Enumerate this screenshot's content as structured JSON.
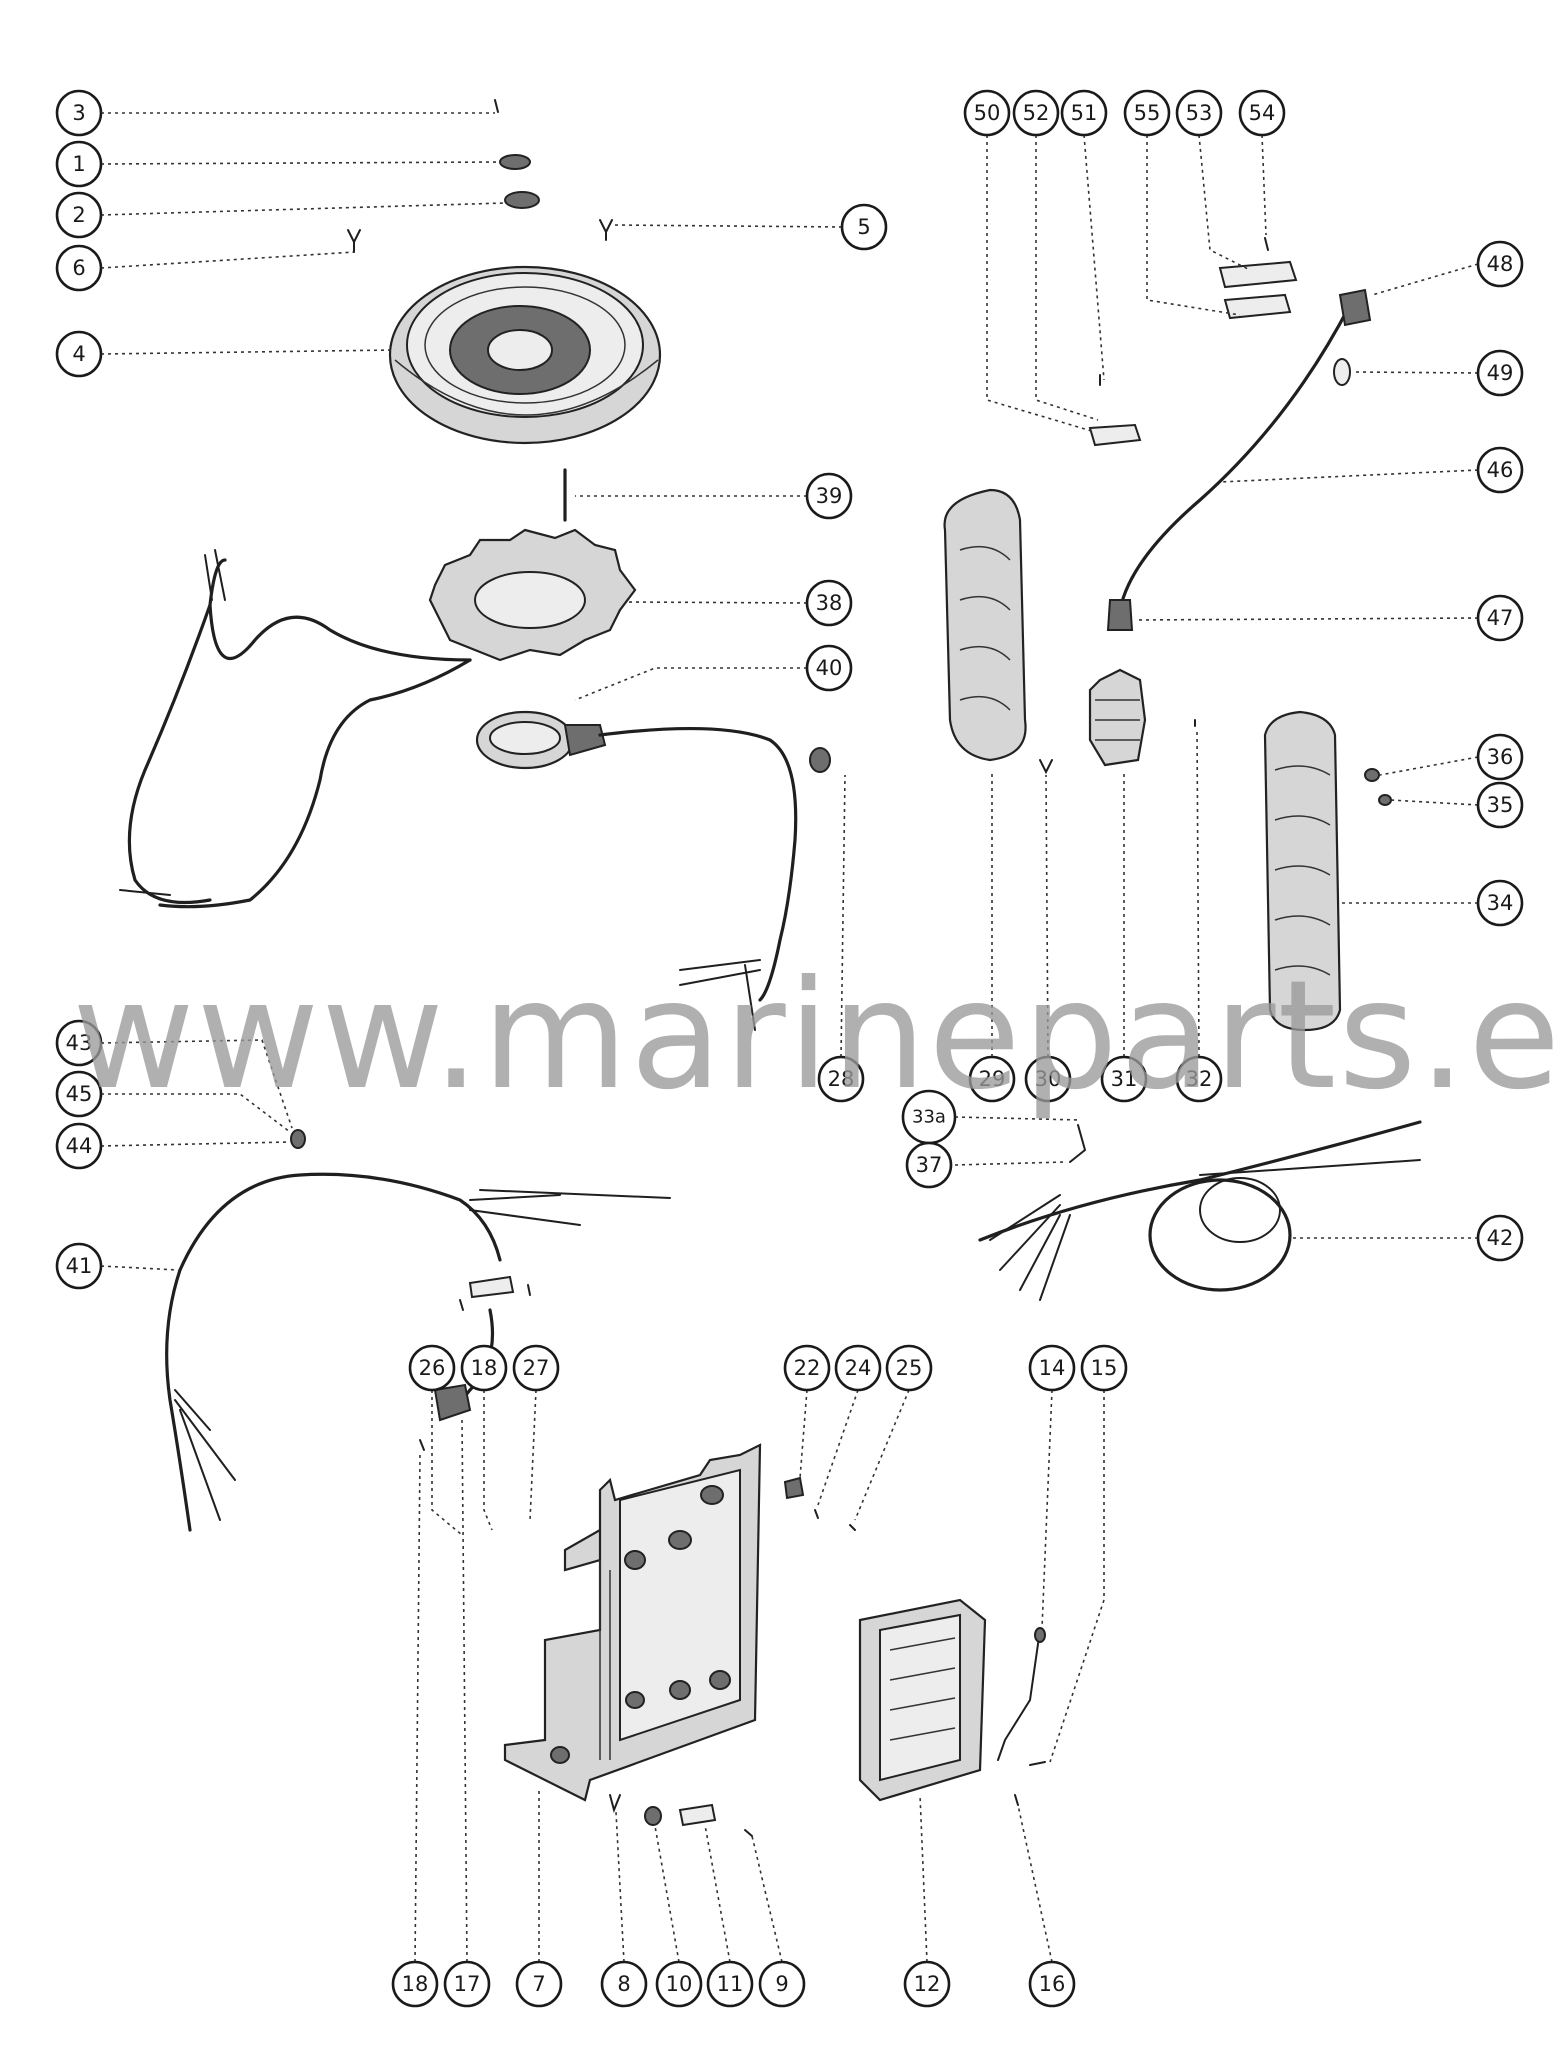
{
  "watermark": "www.marineparts.eu",
  "callouts": [
    {
      "id": "c-3-top",
      "label": "3"
    },
    {
      "id": "c-1",
      "label": "1"
    },
    {
      "id": "c-2",
      "label": "2"
    },
    {
      "id": "c-6",
      "label": "6"
    },
    {
      "id": "c-5",
      "label": "5"
    },
    {
      "id": "c-4",
      "label": "4"
    },
    {
      "id": "c-39",
      "label": "39"
    },
    {
      "id": "c-38",
      "label": "38"
    },
    {
      "id": "c-40",
      "label": "40"
    },
    {
      "id": "c-50",
      "label": "50"
    },
    {
      "id": "c-52",
      "label": "52"
    },
    {
      "id": "c-51",
      "label": "51"
    },
    {
      "id": "c-55",
      "label": "55"
    },
    {
      "id": "c-53",
      "label": "53"
    },
    {
      "id": "c-54",
      "label": "54"
    },
    {
      "id": "c-48",
      "label": "48"
    },
    {
      "id": "c-49",
      "label": "49"
    },
    {
      "id": "c-46",
      "label": "46"
    },
    {
      "id": "c-47",
      "label": "47"
    },
    {
      "id": "c-36",
      "label": "36"
    },
    {
      "id": "c-35",
      "label": "35"
    },
    {
      "id": "c-34",
      "label": "34"
    },
    {
      "id": "c-28",
      "label": "28"
    },
    {
      "id": "c-29",
      "label": "29"
    },
    {
      "id": "c-30",
      "label": "30"
    },
    {
      "id": "c-31",
      "label": "31"
    },
    {
      "id": "c-32",
      "label": "32"
    },
    {
      "id": "c-43",
      "label": "43"
    },
    {
      "id": "c-45",
      "label": "45"
    },
    {
      "id": "c-44",
      "label": "44"
    },
    {
      "id": "c-41",
      "label": "41"
    },
    {
      "id": "c-33a",
      "label": "33a"
    },
    {
      "id": "c-37",
      "label": "37"
    },
    {
      "id": "c-42",
      "label": "42"
    },
    {
      "id": "c-26",
      "label": "26"
    },
    {
      "id": "c-18a",
      "label": "18"
    },
    {
      "id": "c-27",
      "label": "27"
    },
    {
      "id": "c-22",
      "label": "22"
    },
    {
      "id": "c-24",
      "label": "24"
    },
    {
      "id": "c-25",
      "label": "25"
    },
    {
      "id": "c-14",
      "label": "14"
    },
    {
      "id": "c-15",
      "label": "15"
    },
    {
      "id": "c-18b",
      "label": "18"
    },
    {
      "id": "c-17",
      "label": "17"
    },
    {
      "id": "c-7",
      "label": "7"
    },
    {
      "id": "c-8",
      "label": "8"
    },
    {
      "id": "c-10",
      "label": "10"
    },
    {
      "id": "c-11",
      "label": "11"
    },
    {
      "id": "c-9",
      "label": "9"
    },
    {
      "id": "c-12",
      "label": "12"
    },
    {
      "id": "c-16",
      "label": "16"
    }
  ]
}
